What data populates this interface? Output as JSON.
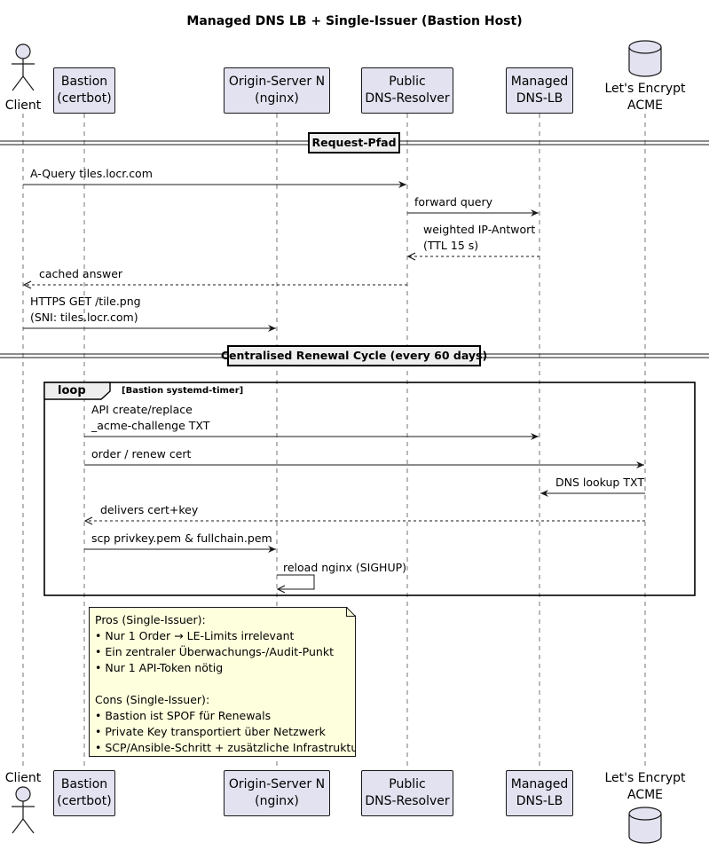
{
  "title": "Managed DNS LB + Single-Issuer (Bastion Host)",
  "participants": [
    {
      "id": "client",
      "kind": "actor",
      "lines": [
        "Client"
      ]
    },
    {
      "id": "bastion",
      "kind": "box",
      "lines": [
        "Bastion",
        "(certbot)"
      ]
    },
    {
      "id": "origin",
      "kind": "box",
      "lines": [
        "Origin-Server N",
        "(nginx)"
      ]
    },
    {
      "id": "resolver",
      "kind": "box",
      "lines": [
        "Public",
        "DNS-Resolver"
      ]
    },
    {
      "id": "dnslb",
      "kind": "box",
      "lines": [
        "Managed",
        "DNS-LB"
      ]
    },
    {
      "id": "acme",
      "kind": "database",
      "lines": [
        "Let's Encrypt",
        "ACME"
      ]
    }
  ],
  "dividers": [
    {
      "label": "Request-Pfad"
    },
    {
      "label": "Centralised Renewal Cycle (every 60 days)"
    }
  ],
  "loop": {
    "tag": "loop",
    "condition": "[Bastion systemd-timer]"
  },
  "messages": [
    {
      "from": "client",
      "to": "resolver",
      "style": "solid",
      "lines": [
        "A-Query tiles.locr.com"
      ]
    },
    {
      "from": "resolver",
      "to": "dnslb",
      "style": "solid",
      "lines": [
        "forward query"
      ]
    },
    {
      "from": "dnslb",
      "to": "resolver",
      "style": "dashed",
      "lines": [
        "weighted IP-Antwort",
        "(TTL 15 s)"
      ]
    },
    {
      "from": "resolver",
      "to": "client",
      "style": "dashed",
      "lines": [
        "cached answer"
      ]
    },
    {
      "from": "client",
      "to": "origin",
      "style": "solid",
      "lines": [
        "HTTPS GET /tile.png",
        "(SNI: tiles.locr.com)"
      ]
    },
    {
      "from": "bastion",
      "to": "dnslb",
      "style": "solid",
      "lines": [
        "API create/replace",
        "_acme-challenge TXT"
      ]
    },
    {
      "from": "bastion",
      "to": "acme",
      "style": "solid",
      "lines": [
        "order / renew cert"
      ]
    },
    {
      "from": "acme",
      "to": "dnslb",
      "style": "solid",
      "lines": [
        "DNS lookup TXT"
      ]
    },
    {
      "from": "acme",
      "to": "bastion",
      "style": "dashed",
      "lines": [
        "delivers cert+key"
      ]
    },
    {
      "from": "bastion",
      "to": "origin",
      "style": "solid",
      "lines": [
        "scp privkey.pem & fullchain.pem"
      ]
    },
    {
      "from": "origin",
      "to": "origin",
      "style": "solid",
      "lines": [
        "reload nginx (SIGHUP)"
      ]
    }
  ],
  "note": {
    "lines": [
      "Pros (Single-Issuer):",
      "• Nur 1 Order → LE-Limits irrelevant",
      "• Ein zentraler Überwachungs-/Audit-Punkt",
      "• Nur 1 API-Token nötig",
      "",
      "Cons (Single-Issuer):",
      "• Bastion ist SPOF für Renewals",
      "• Private Key transportiert über Netzwerk",
      "• SCP/Ansible-Schritt + zusätzliche Infrastruktur"
    ]
  }
}
